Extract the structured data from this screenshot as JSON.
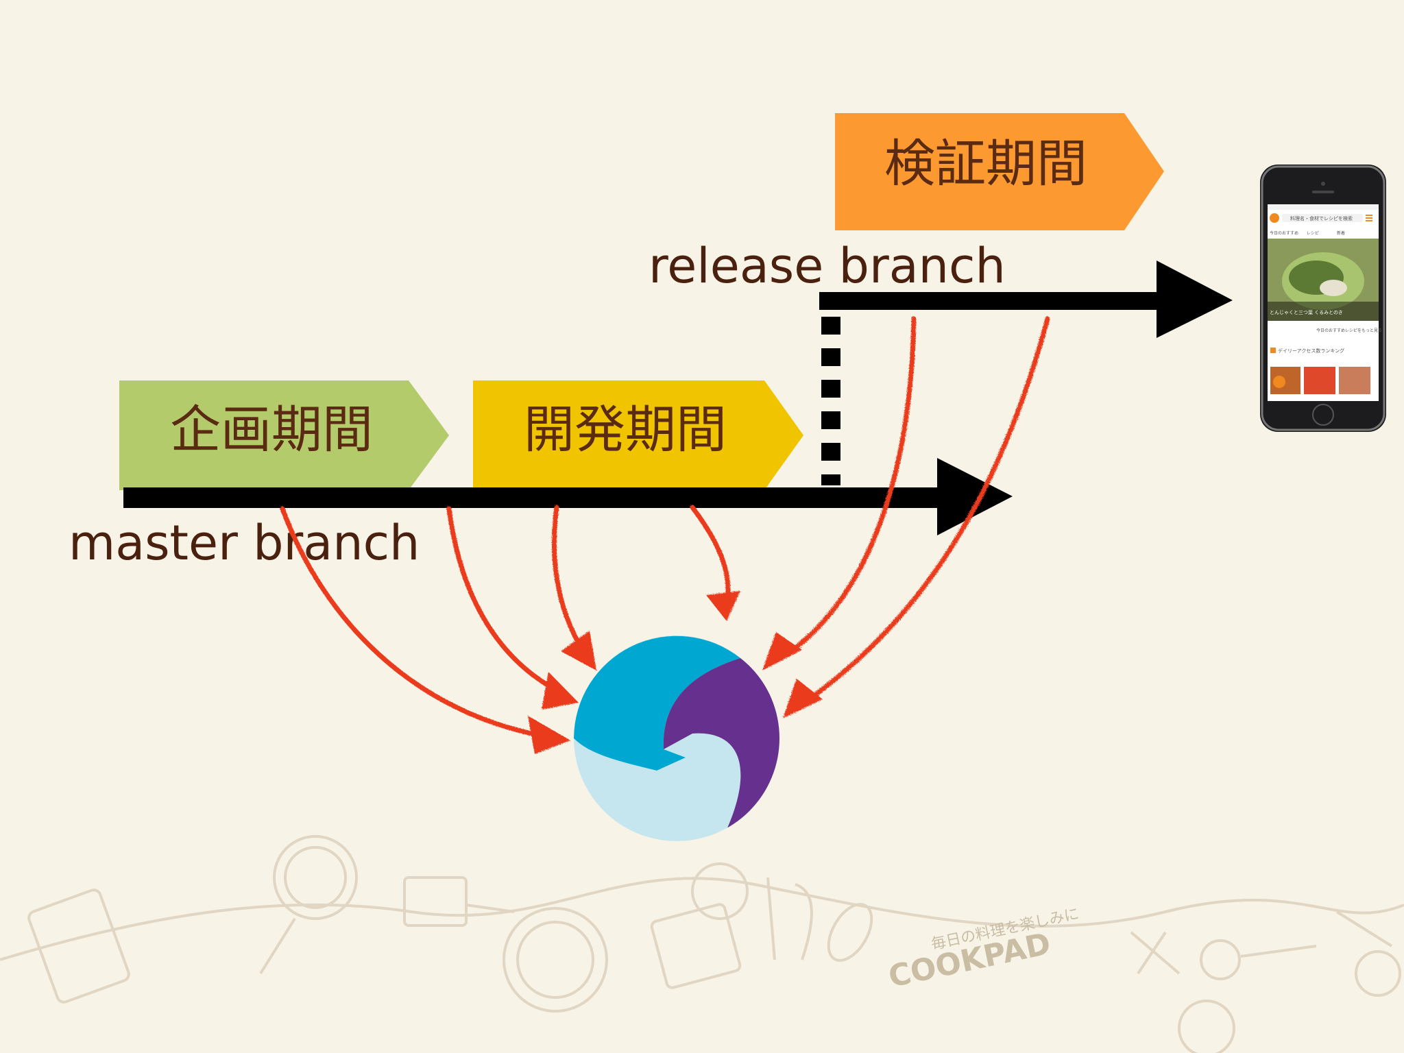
{
  "phases": {
    "planning": {
      "label": "企画期間",
      "color": "#b3cb6a"
    },
    "development": {
      "label": "開発期間",
      "color": "#f0c500"
    },
    "verification": {
      "label": "検証期間",
      "color": "#fc9a31"
    }
  },
  "branches": {
    "master": {
      "label": "master branch"
    },
    "release": {
      "label": "release branch"
    }
  },
  "background_watermark": {
    "tagline": "毎日の料理を楽しみに",
    "brand": "COOKPAD"
  },
  "phone_screen": {
    "search_placeholder": "料理名・食材でレシピを検索",
    "tabs": [
      "今日のおすすめ",
      "レシピ",
      "新着"
    ],
    "feature_caption": "とんじゃくと三つ葉 くるみとのき",
    "more_link": "今日のおすすめレシピをもっと見る",
    "ranking_title": "デイリーアクセス数ランキング"
  },
  "colors": {
    "arrow": "#000000",
    "commit_arrows": "#ea3a1f",
    "logo_teal": "#00a7d0",
    "logo_purple": "#66308e",
    "logo_light": "#c5e6ee"
  }
}
